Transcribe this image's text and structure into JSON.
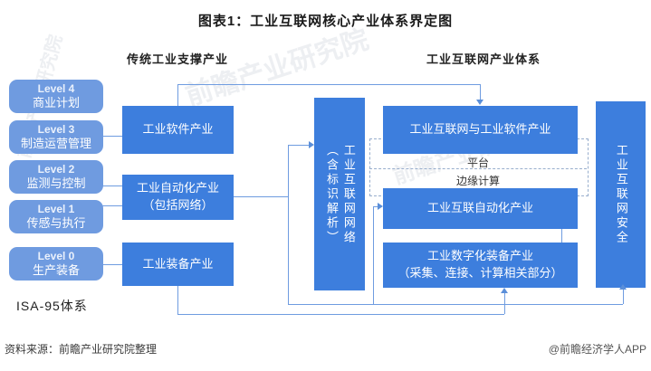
{
  "title": "图表1：工业互联网核心产业体系界定图",
  "headers": {
    "left": "传统工业支撑产业",
    "right": "工业互联网产业体系"
  },
  "levels": [
    {
      "level": "Level 4",
      "label": "商业计划"
    },
    {
      "level": "Level 3",
      "label": "制造运营管理"
    },
    {
      "level": "Level 2",
      "label": "监测与控制"
    },
    {
      "level": "Level 1",
      "label": "传感与执行"
    },
    {
      "level": "Level 0",
      "label": "生产装备"
    }
  ],
  "isa_label": "ISA-95体系",
  "traditional_boxes": [
    {
      "label": "工业软件产业",
      "sub": ""
    },
    {
      "label": "工业自动化产业",
      "sub": "（包括网络）"
    },
    {
      "label": "工业装备产业",
      "sub": ""
    }
  ],
  "network_box": {
    "line1": "工业互联网网络",
    "line2": "（含标识解析）"
  },
  "industry_boxes": [
    {
      "label": "工业互联网与工业软件产业",
      "sub": ""
    },
    {
      "label": "工业互联自动化产业",
      "sub": ""
    },
    {
      "label": "工业数字化装备产业",
      "sub": "（采集、连接、计算相关部分）"
    }
  ],
  "zones": {
    "platform": "平台",
    "edge": "边缘计算"
  },
  "security_box": "工业互联网安全",
  "footer": {
    "source": "资料来源：前瞻产业研究院整理",
    "credit": "@前瞻经济学人APP"
  },
  "watermark": "前瞻产业研究院",
  "colors": {
    "box_blue": "#3d7edd",
    "level_blue": "#6f9be0",
    "line_blue": "#6f9ce0"
  }
}
